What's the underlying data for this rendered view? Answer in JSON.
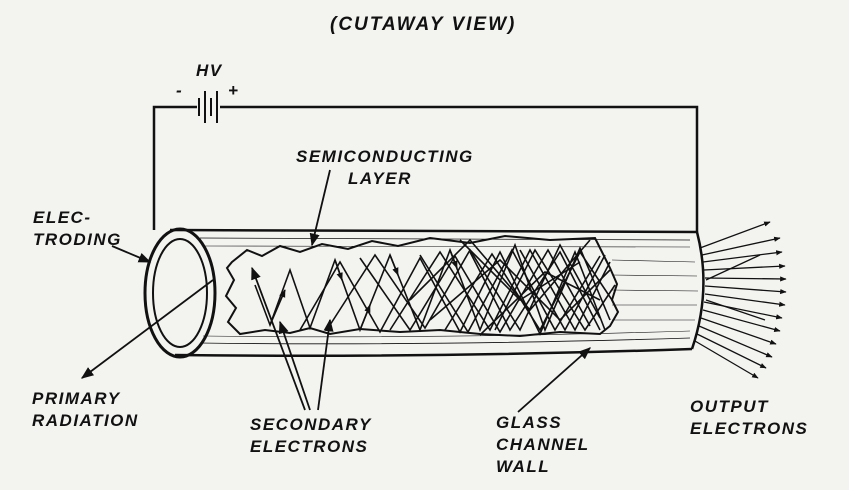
{
  "title": "(CUTAWAY VIEW)",
  "battery": {
    "label": "HV",
    "minus": "-",
    "plus": "+"
  },
  "labels": {
    "semiconducting_layer": [
      "SEMICONDUCTING",
      "LAYER"
    ],
    "electroding": [
      "ELEC-",
      "TRODING"
    ],
    "primary_radiation": [
      "PRIMARY",
      "RADIATION"
    ],
    "secondary_electrons": [
      "SECONDARY",
      "ELECTRONS"
    ],
    "glass_channel_wall": [
      "GLASS",
      "CHANNEL",
      "WALL"
    ],
    "output_electrons": [
      "OUTPUT",
      "ELECTRONS"
    ]
  },
  "colors": {
    "ink": "#111111",
    "paper": "#f3f3f0"
  }
}
